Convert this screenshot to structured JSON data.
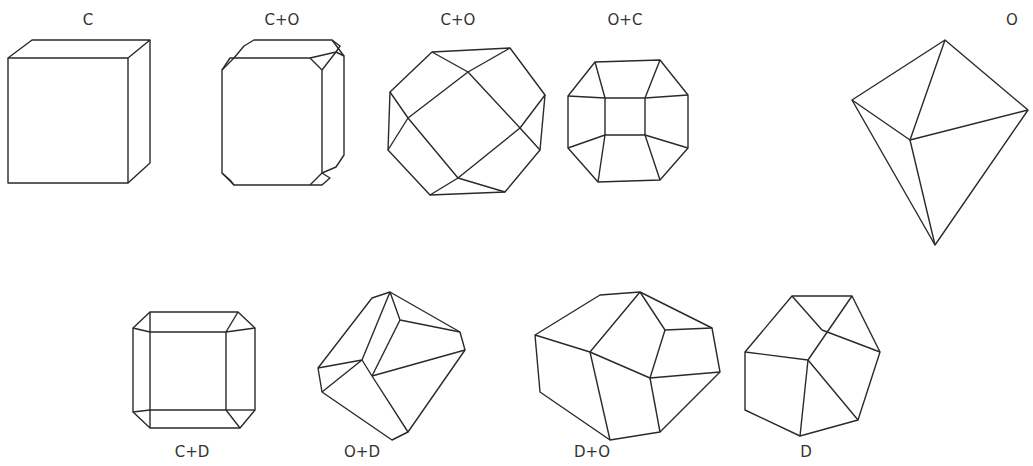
{
  "diagram": {
    "labels": [
      "C",
      "C+O",
      "C+O",
      "O+C",
      "O",
      "C+D",
      "O+D",
      "D+O",
      "D"
    ]
  }
}
